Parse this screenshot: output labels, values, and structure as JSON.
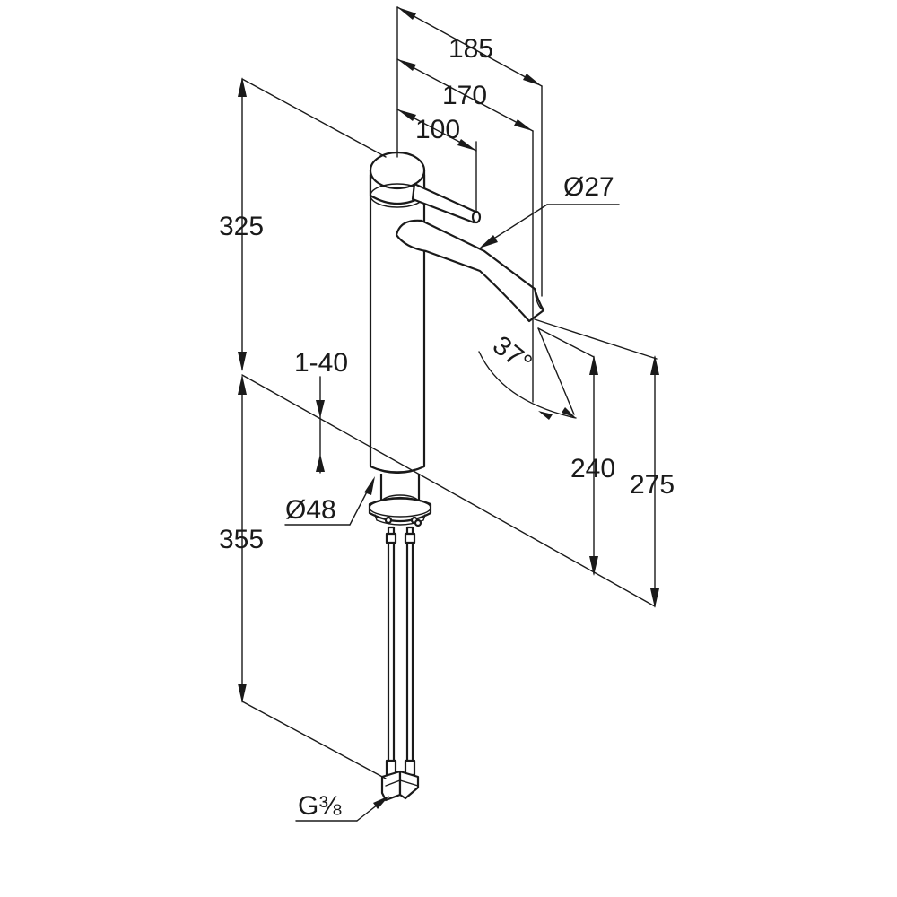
{
  "dimensions": {
    "width_185": "185",
    "width_170": "170",
    "width_100": "100",
    "height_325": "325",
    "spout_diameter": "Ø27",
    "spout_angle": "37°",
    "deck_thickness": "1-40",
    "base_diameter": "Ø48",
    "height_355": "355",
    "height_240": "240",
    "height_275": "275",
    "connection_thread": "G⅜"
  },
  "colors": {
    "line": "#1a1a1a",
    "background": "#ffffff"
  }
}
